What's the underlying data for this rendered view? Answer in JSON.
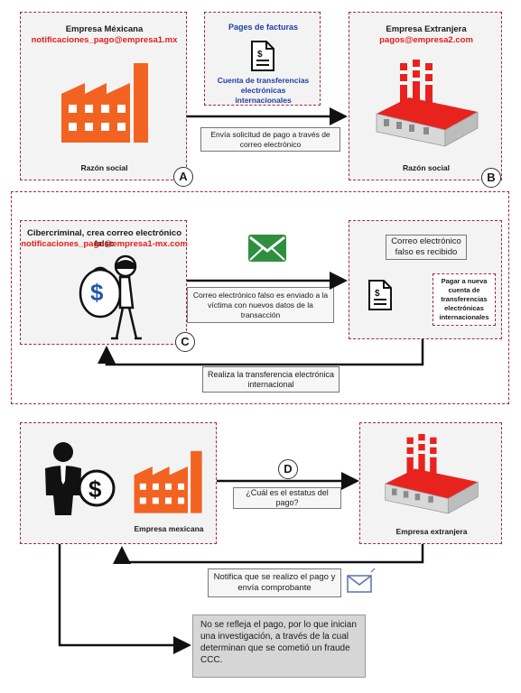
{
  "section_a": {
    "left": {
      "title": "Empresa Méxicana",
      "email": "notificaciones_pago@empresa1.mx",
      "caption": "Razón social"
    },
    "docs": {
      "title": "Pages de facturas",
      "subtitle": "Cuenta de transferencias electrónicas internacionales"
    },
    "right": {
      "title": "Empresa Extranjera",
      "email": "pagos@empresa2.com",
      "caption": "Razón social"
    },
    "arrow_note": "Envía solicitud de pago a través de correo electrónico",
    "marker_a": "A",
    "marker_b": "B"
  },
  "section_c": {
    "left": {
      "title": "Cibercriminal, crea correo electrónico falso",
      "email": "notificaciones_pago@empresa1-mx.com"
    },
    "right": {
      "received": "Correo electrónico falso es recibido",
      "new_account": "Pagar a nueva cuenta de transferencias electrónicas internacionales"
    },
    "arrow_note": "Correo electrónico falso es enviado a la víctima con nuevos datos de la transacción",
    "return_note": "Realiza la transferencia electrónica internacional",
    "marker": "C"
  },
  "section_d": {
    "left": {
      "caption": "Empresa mexicana"
    },
    "right": {
      "caption": "Empresa extranjera"
    },
    "question": "¿Cuál es el estatus del pago?",
    "marker": "D",
    "notify": "Notifica que se realizo el pago y envía comprobante",
    "conclusion": "No se refleja el pago, por lo que inician una investigación, a través de la cual determinan que se cometió un fraude CCC."
  },
  "colors": {
    "factory_orange": "#f26322",
    "factory_red": "#e8231e",
    "envelope_green": "#2f8f3f",
    "panel_border": "#a5293a",
    "email_red": "#e0201c",
    "doc_blue": "#1f3ea3"
  },
  "icons": [
    "factory-icon",
    "document-icon",
    "industrial-plant-icon",
    "envelope-icon",
    "thief-icon",
    "money-bag-icon",
    "businessman-icon",
    "dollar-coin-icon"
  ]
}
